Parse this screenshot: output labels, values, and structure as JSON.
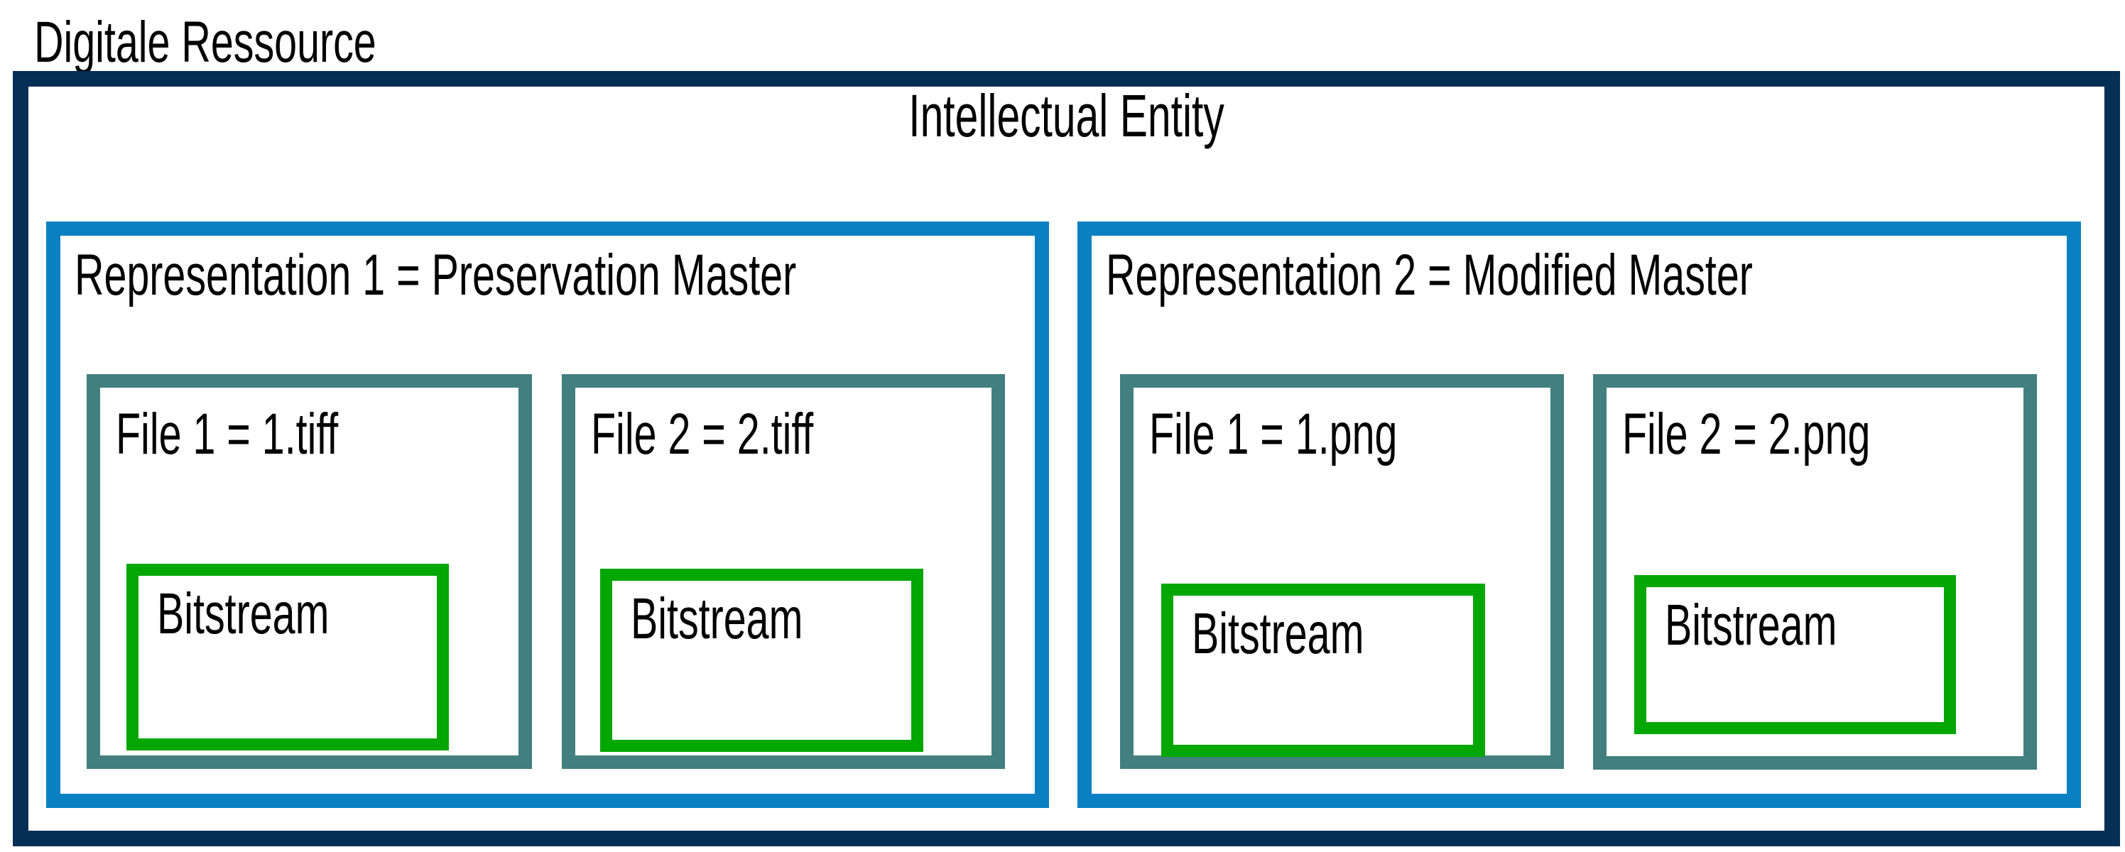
{
  "title": "Digitale Ressource",
  "entity": {
    "title": "Intellectual Entity"
  },
  "representations": [
    {
      "label": "Representation 1 = Preservation Master",
      "files": [
        {
          "label": "File 1 = 1.tiff",
          "bitstream": "Bitstream"
        },
        {
          "label": "File 2 = 2.tiff",
          "bitstream": "Bitstream"
        }
      ]
    },
    {
      "label": "Representation 2 = Modified Master",
      "files": [
        {
          "label": "File 1 = 1.png",
          "bitstream": "Bitstream"
        },
        {
          "label": "File 2 = 2.png",
          "bitstream": "Bitstream"
        }
      ]
    }
  ],
  "colors": {
    "intellectual_entity_border": "#052f55",
    "representation_border": "#0a80c2",
    "file_border": "#41807e",
    "bitstream_border": "#04a704",
    "text": "#000000",
    "background": "#ffffff"
  }
}
